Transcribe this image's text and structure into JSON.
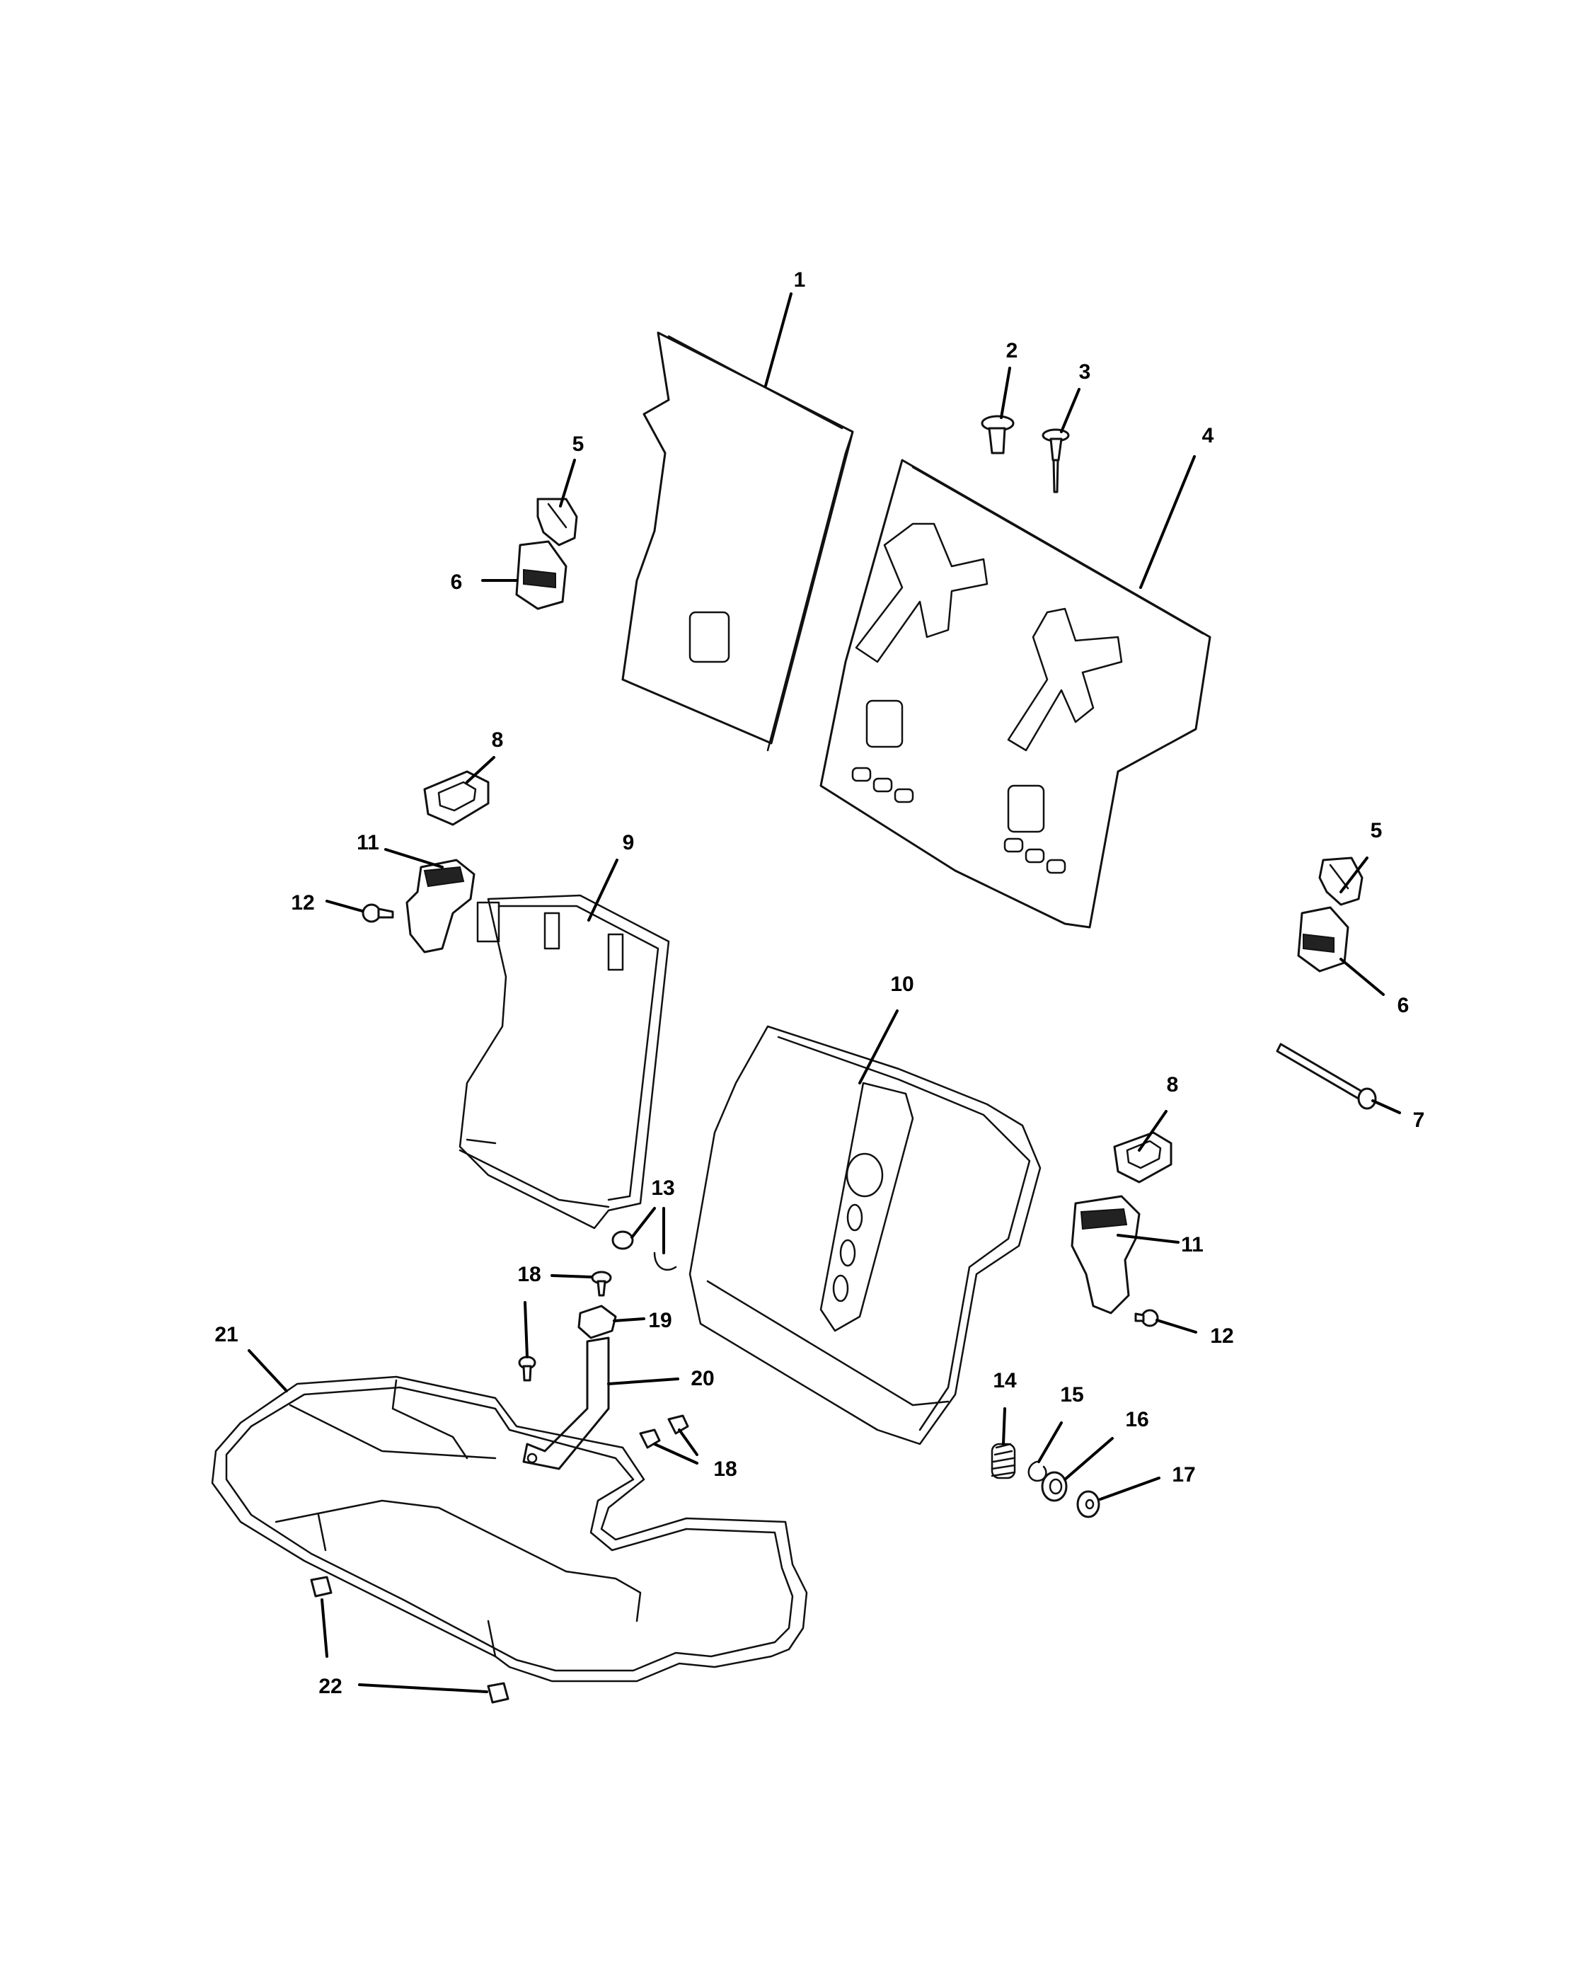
{
  "diagram": {
    "callouts": [
      {
        "label": "1"
      },
      {
        "label": "2"
      },
      {
        "label": "3"
      },
      {
        "label": "4"
      },
      {
        "label": "5"
      },
      {
        "label": "6"
      },
      {
        "label": "8"
      },
      {
        "label": "11"
      },
      {
        "label": "12"
      },
      {
        "label": "9"
      },
      {
        "label": "10"
      },
      {
        "label": "5"
      },
      {
        "label": "6"
      },
      {
        "label": "7"
      },
      {
        "label": "8"
      },
      {
        "label": "11"
      },
      {
        "label": "12"
      },
      {
        "label": "13"
      },
      {
        "label": "18"
      },
      {
        "label": "19"
      },
      {
        "label": "20"
      },
      {
        "label": "21"
      },
      {
        "label": "18"
      },
      {
        "label": "14"
      },
      {
        "label": "15"
      },
      {
        "label": "16"
      },
      {
        "label": "17"
      },
      {
        "label": "22"
      }
    ]
  }
}
